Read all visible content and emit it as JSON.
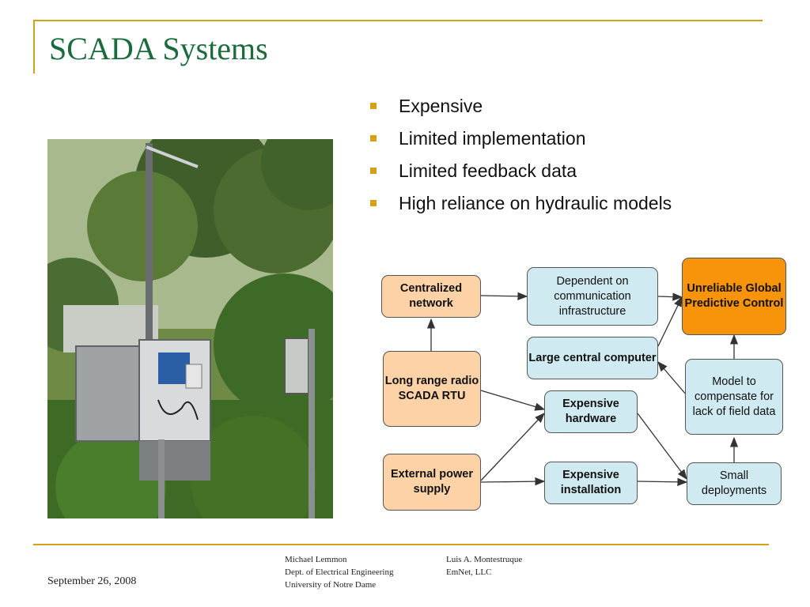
{
  "slide": {
    "title": "SCADA Systems",
    "bullets": [
      "Expensive",
      "Limited implementation",
      "Limited feedback data",
      "High reliance on hydraulic models"
    ]
  },
  "diagram": {
    "nodes": {
      "centralized_network": "Centralized network",
      "long_range_radio": "Long range radio SCADA RTU",
      "external_power": "External power supply",
      "dependent_comm": "Dependent on communication infrastructure",
      "large_central_computer": "Large central computer",
      "expensive_hardware": "Expensive hardware",
      "expensive_installation": "Expensive installation",
      "unreliable_control": "Unreliable Global Predictive Control",
      "model_compensate": "Model to compensate for lack of field data",
      "small_deployments": "Small deployments"
    }
  },
  "footer": {
    "date": "September 26, 2008",
    "author1": {
      "name": "Michael Lemmon",
      "dept": "Dept. of Electrical Engineering",
      "org": "University of Notre Dame"
    },
    "author2": {
      "name": "Luis A. Montestruque",
      "org": "EmNet, LLC"
    }
  },
  "colors": {
    "accent_gold": "#d4a017",
    "title_green": "#1c6b3d",
    "node_orange": "#fdd2a7",
    "node_blue": "#cfeaf0",
    "node_highlight": "#f7940a"
  },
  "photo": {
    "subject": "field SCADA RTU cabinet with antenna mast among vegetation"
  }
}
